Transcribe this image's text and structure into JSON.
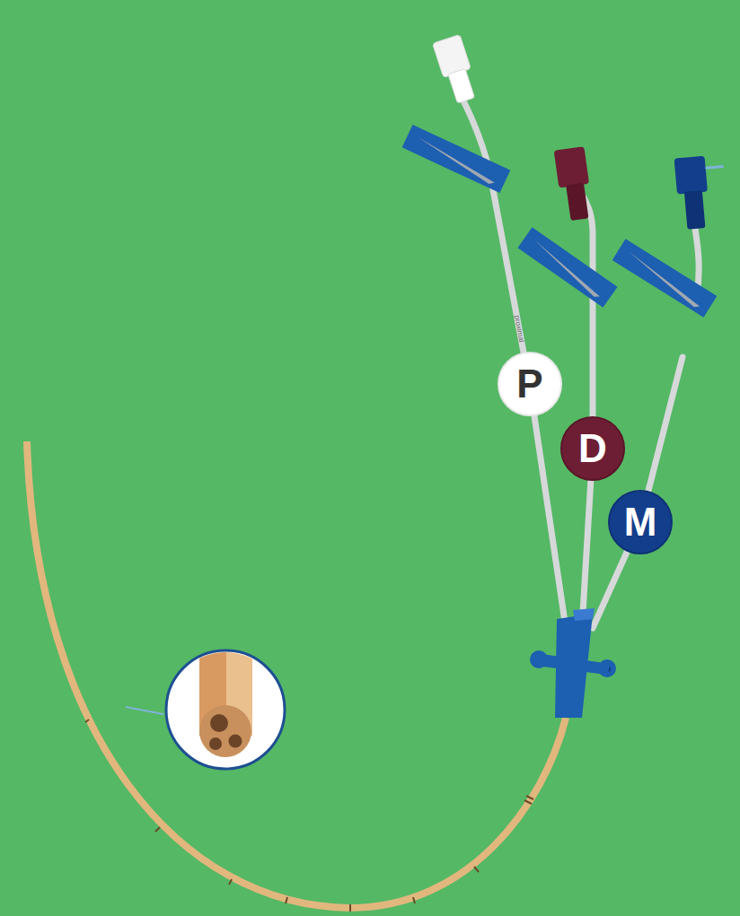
{
  "diagram": {
    "nodes": [
      {
        "text": [
          "P"
        ]
      },
      {
        "text": [
          "D"
        ]
      },
      {
        "text": [
          "M"
        ]
      }
    ],
    "labels": [
      "proximal"
    ]
  }
}
